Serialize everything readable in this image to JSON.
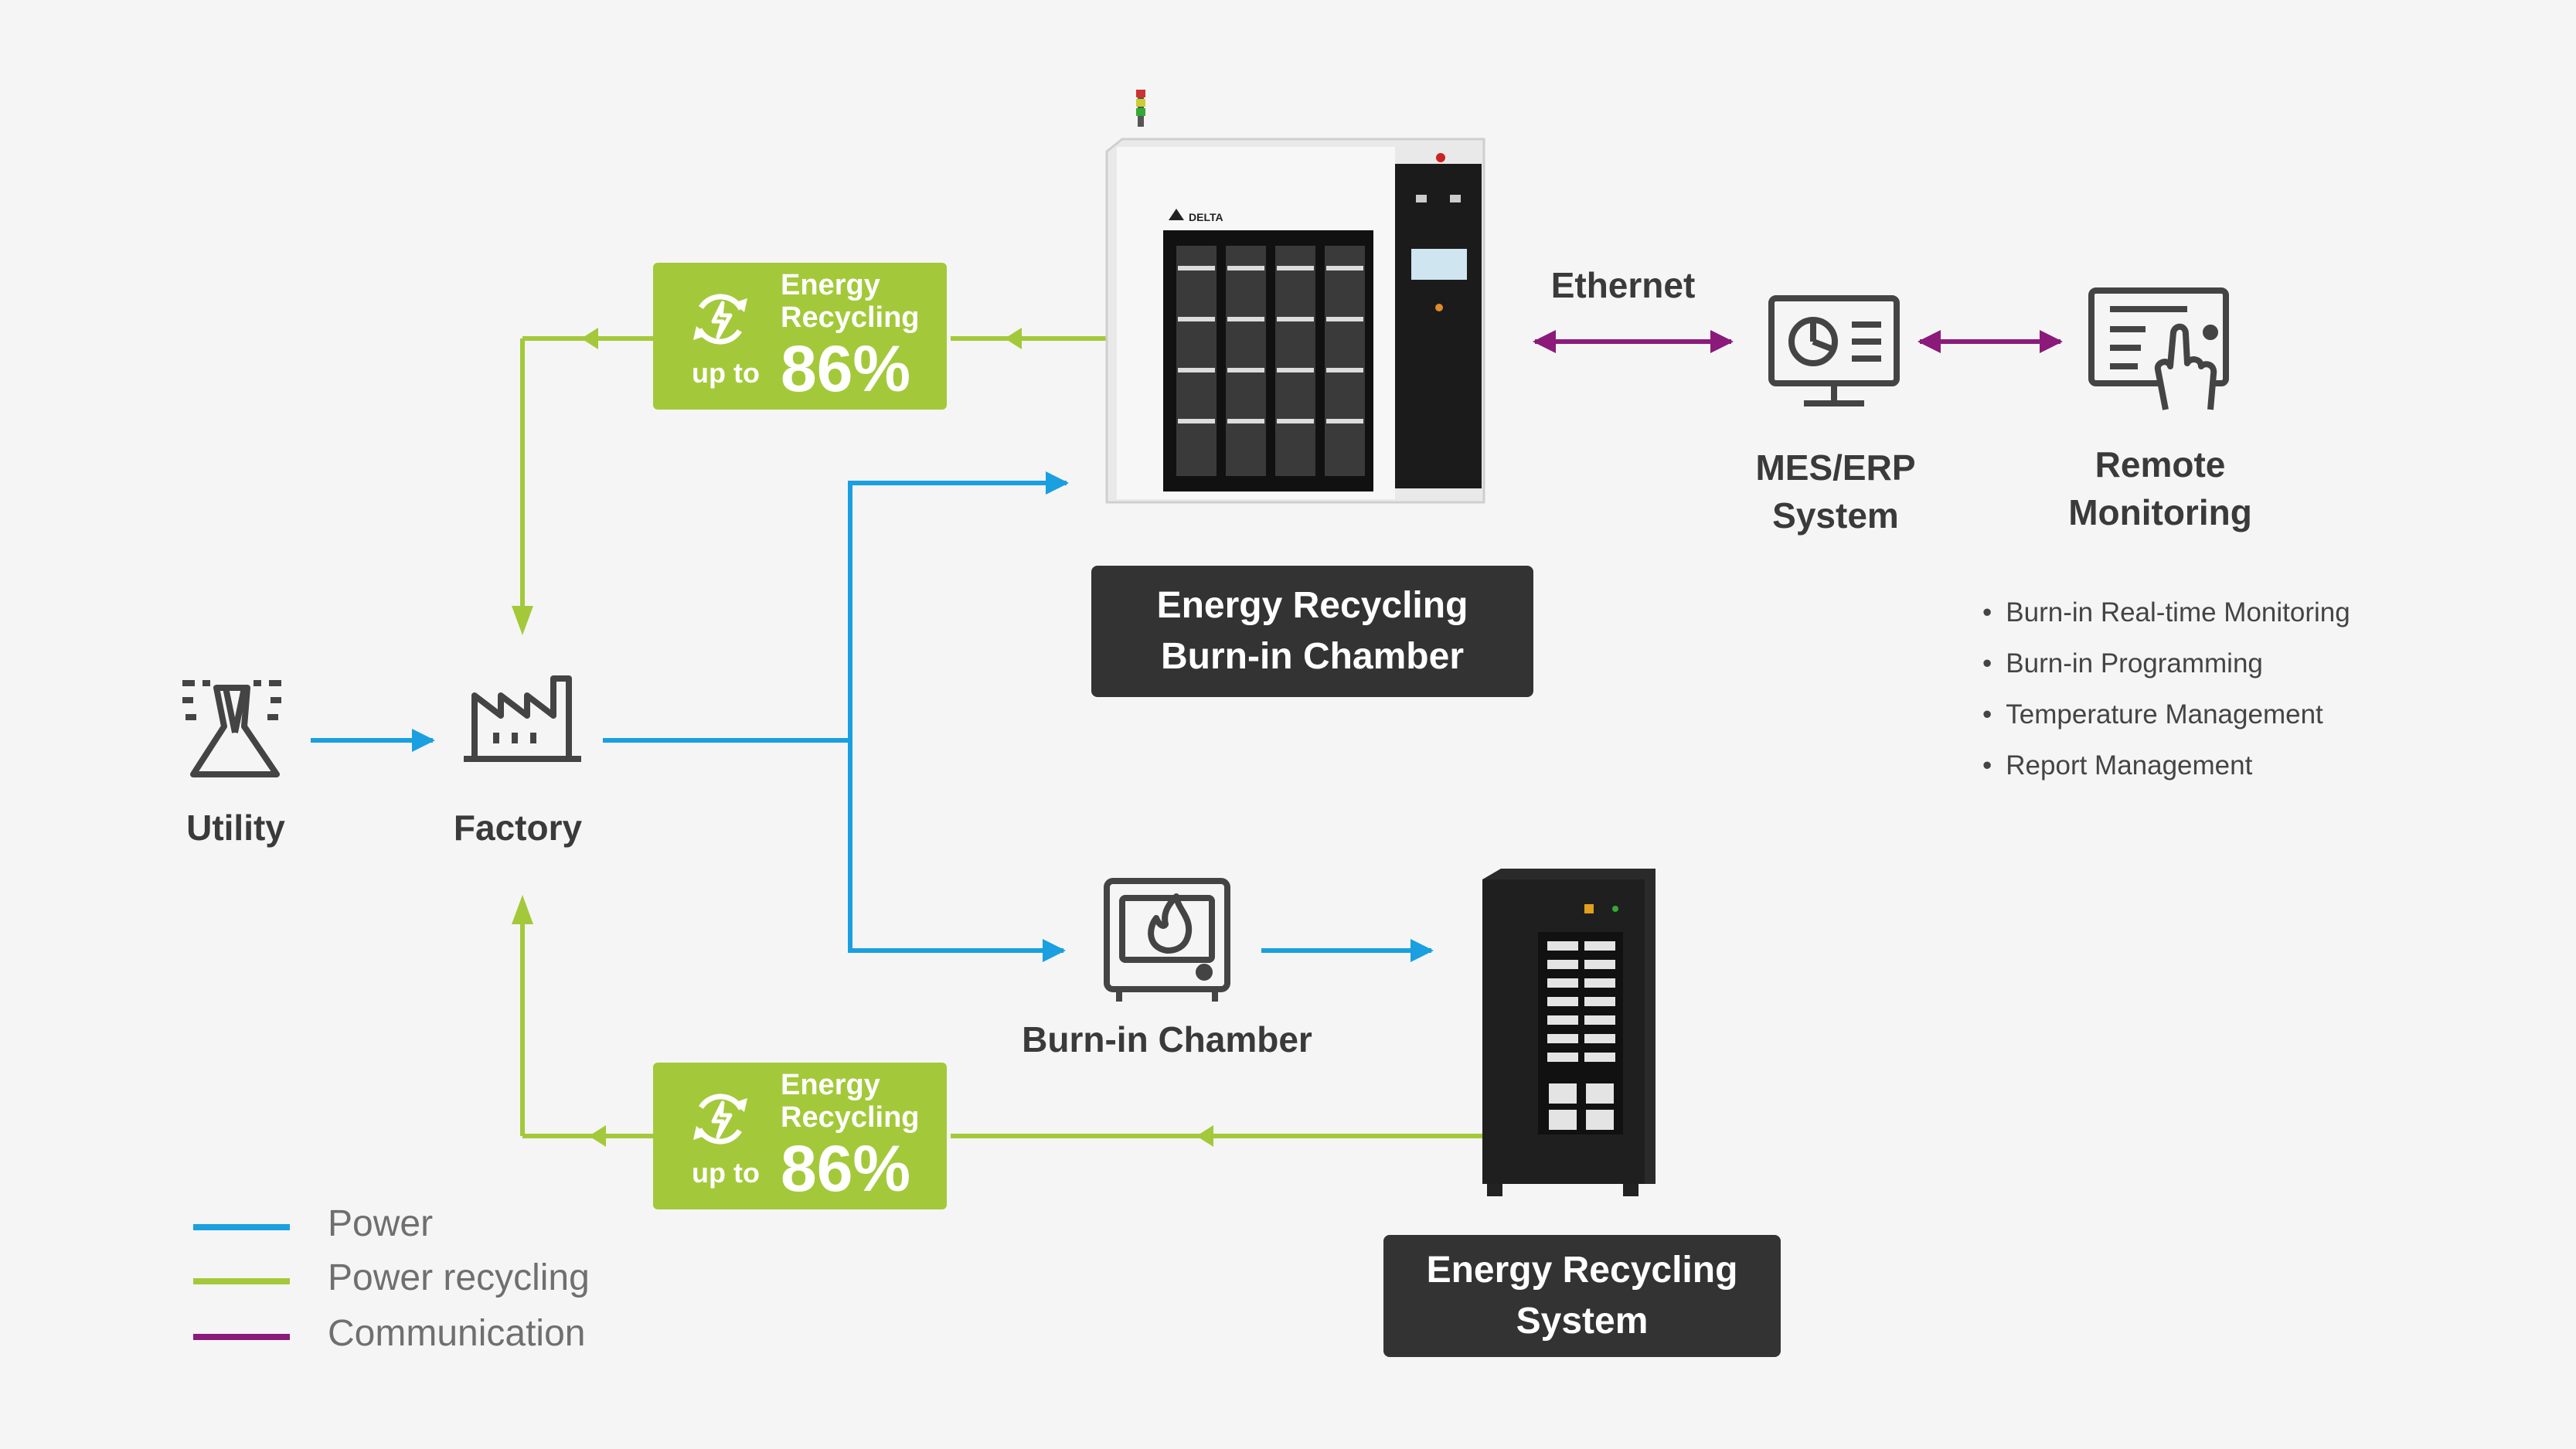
{
  "colors": {
    "power": "#1a9fe0",
    "power_recycling": "#a3c93a",
    "communication": "#8b1a7a",
    "box_dark": "#333333"
  },
  "nodes": {
    "utility": "Utility",
    "factory": "Factory",
    "burnin_chamber": "Burn-in Chamber",
    "mes_erp_line1": "MES/ERP",
    "mes_erp_line2": "System",
    "remote_line1": "Remote",
    "remote_line2": "Monitoring",
    "ethernet": "Ethernet"
  },
  "boxes": {
    "er_burnin_line1": "Energy Recycling",
    "er_burnin_line2": "Burn-in Chamber",
    "er_system_line1": "Energy Recycling",
    "er_system_line2": "System"
  },
  "badge": {
    "line1": "Energy",
    "line2": "Recycling",
    "prefix": "up to",
    "value": "86%"
  },
  "remote_features": [
    "Burn-in Real-time Monitoring",
    "Burn-in Programming",
    "Temperature Management",
    "Report Management"
  ],
  "legend": [
    {
      "label": "Power",
      "color": "#1a9fe0"
    },
    {
      "label": "Power recycling",
      "color": "#a3c93a"
    },
    {
      "label": "Communication",
      "color": "#8b1a7a"
    }
  ],
  "brand": "DELTA",
  "icons": [
    "utility-tower-icon",
    "factory-icon",
    "burnin-chamber-icon",
    "mes-erp-monitor-icon",
    "remote-monitoring-icon",
    "energy-recycling-icon"
  ]
}
